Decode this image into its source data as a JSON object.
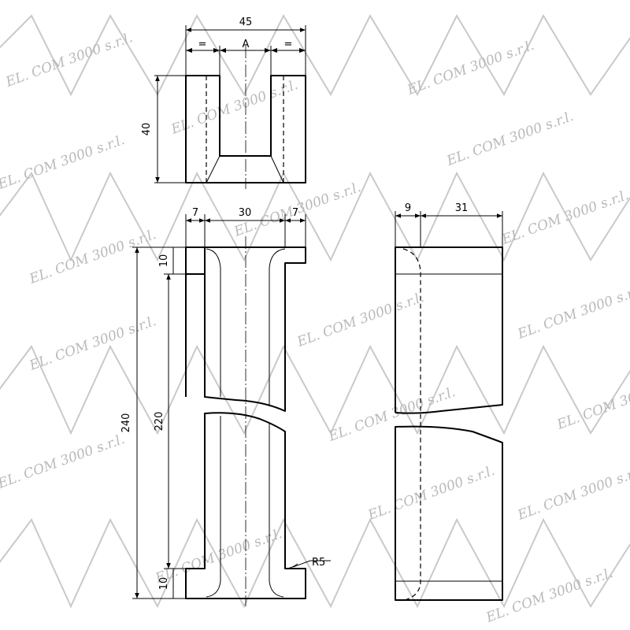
{
  "drawing": {
    "top_view": {
      "width_dim": "45",
      "slot_dim": "A",
      "equal_left": "=",
      "equal_right": "=",
      "height_dim": "40"
    },
    "front_view": {
      "wall_left_dim": "7",
      "gap_dim": "30",
      "wall_right_dim": "7",
      "overall_height_dim": "240",
      "inner_height_dim": "220",
      "top_flange_dim": "10",
      "bottom_flange_dim": "10",
      "radius_dim": "R5"
    },
    "side_view": {
      "left_dim": "9",
      "right_dim": "31"
    },
    "watermark": {
      "text": "EL. COM 3000 s.r.l.",
      "color": "#b9b9b9"
    }
  }
}
